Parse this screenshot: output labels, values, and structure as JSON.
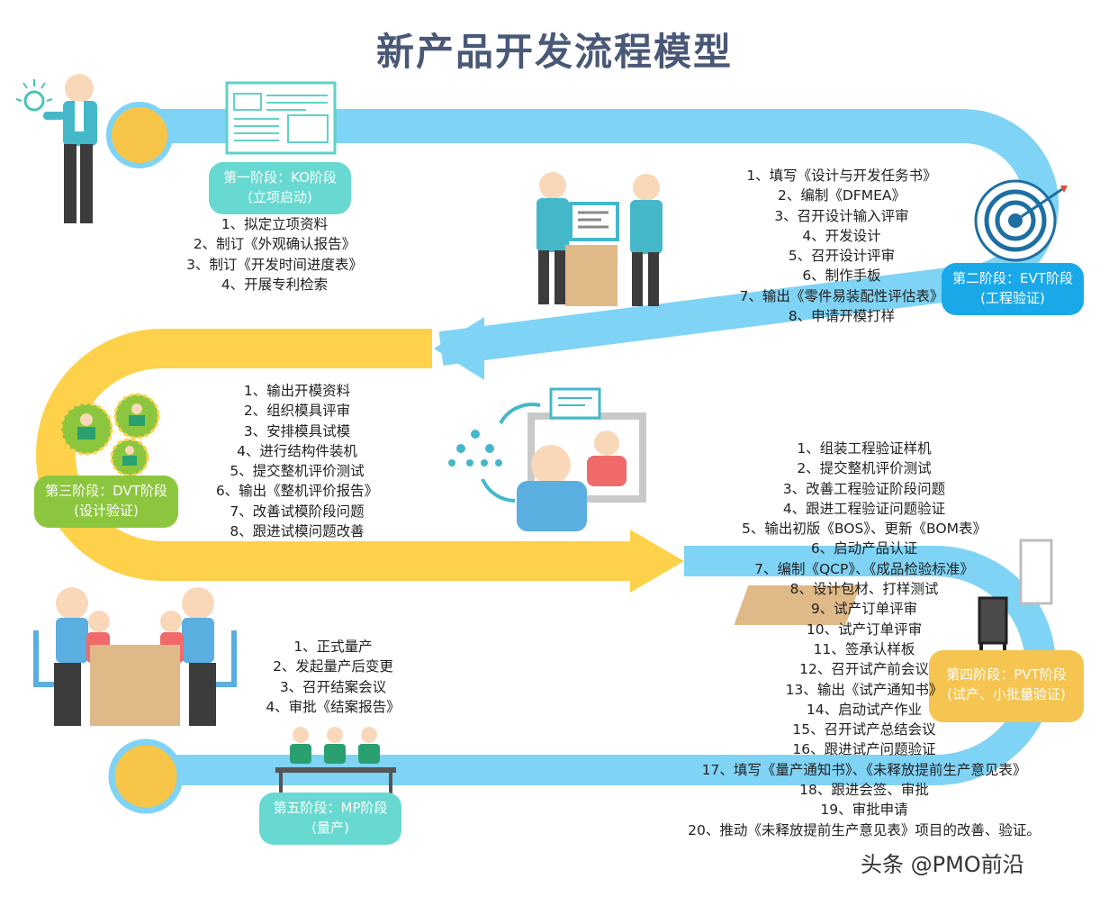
{
  "title": "新产品开发流程模型",
  "colors": {
    "road_blue": "#7fd3f5",
    "road_yellow": "#fdd24a",
    "phase1": "#67d9d0",
    "phase2": "#1aa9e8",
    "phase3": "#8cc63e",
    "phase4": "#f5c451",
    "phase5": "#67d9d0",
    "title": "#4a5877"
  },
  "phases": [
    {
      "name": "第一阶段：KO阶段",
      "sub": "(立项启动)",
      "steps": [
        "1、拟定立项资料",
        "2、制订《外观确认报告》",
        "3、制订《开发时间进度表》",
        "4、开展专利检索"
      ]
    },
    {
      "name": "第二阶段：EVT阶段",
      "sub": "(工程验证)",
      "steps": [
        "1、填写《设计与开发任务书》",
        "2、编制《DFMEA》",
        "3、召开设计输入评审",
        "4、开发设计",
        "5、召开设计评审",
        "6、制作手板",
        "7、输出《零件易装配性评估表》",
        "8、申请开模打样"
      ]
    },
    {
      "name": "第三阶段：DVT阶段",
      "sub": "(设计验证)",
      "steps": [
        "1、输出开模资料",
        "2、组织模具评审",
        "3、安排模具试模",
        "4、进行结构件装机",
        "5、提交整机评价测试",
        "6、输出《整机评价报告》",
        "7、改善试模阶段问题",
        "8、跟进试模问题改善"
      ]
    },
    {
      "name": "第四阶段：PVT阶段",
      "sub": "(试产、小批量验证)",
      "steps": [
        "1、组装工程验证样机",
        "2、提交整机评价测试",
        "3、改善工程验证阶段问题",
        "4、跟进工程验证问题验证",
        "5、输出初版《BOS》、更新《BOM表》",
        "6、启动产品认证",
        "7、编制《QCP》、《成品检验标准》",
        "8、设计包材、打样测试",
        "9、试产订单评审",
        "10、试产订单评审",
        "11、签承认样板",
        "12、召开试产前会议",
        "13、输出《试产通知书》",
        "14、启动试产作业",
        "15、召开试产总结会议",
        "16、跟进试产问题验证",
        "17、填写《量产通知书》、《未释放提前生产意见表》",
        "18、跟进会签、审批",
        "19、审批申请",
        "20、推动《未释放提前生产意见表》项目的改善、验证。"
      ]
    },
    {
      "name": "第五阶段：MP阶段",
      "sub": "(量产)",
      "steps": [
        "1、正式量产",
        "2、发起量产后变更",
        "3、召开结案会议",
        "4、审批《结案报告》"
      ]
    }
  ],
  "watermark": "头条 @PMO前沿"
}
